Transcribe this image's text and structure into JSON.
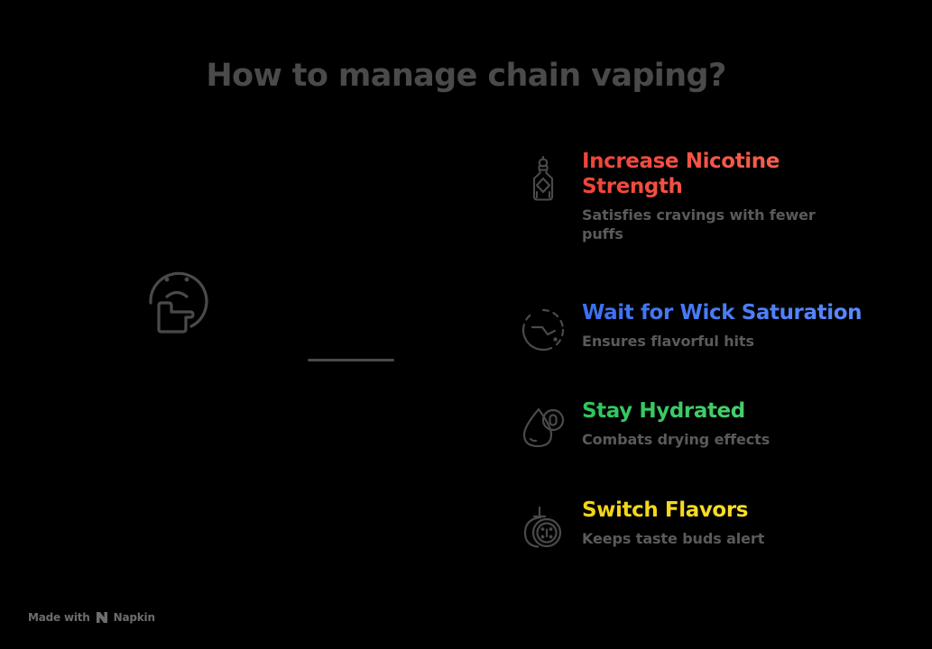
{
  "page": {
    "title": "How to manage chain vaping?",
    "background_color": "#000000",
    "title_color": "#4a4a4a",
    "body_text_color": "#5a5a5a"
  },
  "illustration": {
    "name": "thinking-face",
    "color": "#4a4a4a"
  },
  "connector": {
    "name": "connector-line",
    "color": "#4a4a4a"
  },
  "items": [
    {
      "icon": "dropper-bottle-icon",
      "title": "Increase Nicotine Strength",
      "description": "Satisfies cravings with fewer puffs",
      "color": "#f0433a",
      "color_end": "#fb6a55"
    },
    {
      "icon": "timer-clock-icon",
      "title": "Wait for Wick Saturation",
      "description": "Ensures flavorful hits",
      "color": "#3b6ff0",
      "color_end": "#5b8cff"
    },
    {
      "icon": "water-drop-icon",
      "title": "Stay Hydrated",
      "description": "Combats drying effects",
      "color": "#2fc45c",
      "color_end": "#5ad97f"
    },
    {
      "icon": "flavor-pod-icon",
      "title": "Switch Flavors",
      "description": "Keeps taste buds alert",
      "color": "#f2d411",
      "color_end": "#ffe63d"
    }
  ],
  "footer": {
    "prefix": "Made with",
    "brand": "Napkin",
    "color": "#6d6d6d"
  }
}
